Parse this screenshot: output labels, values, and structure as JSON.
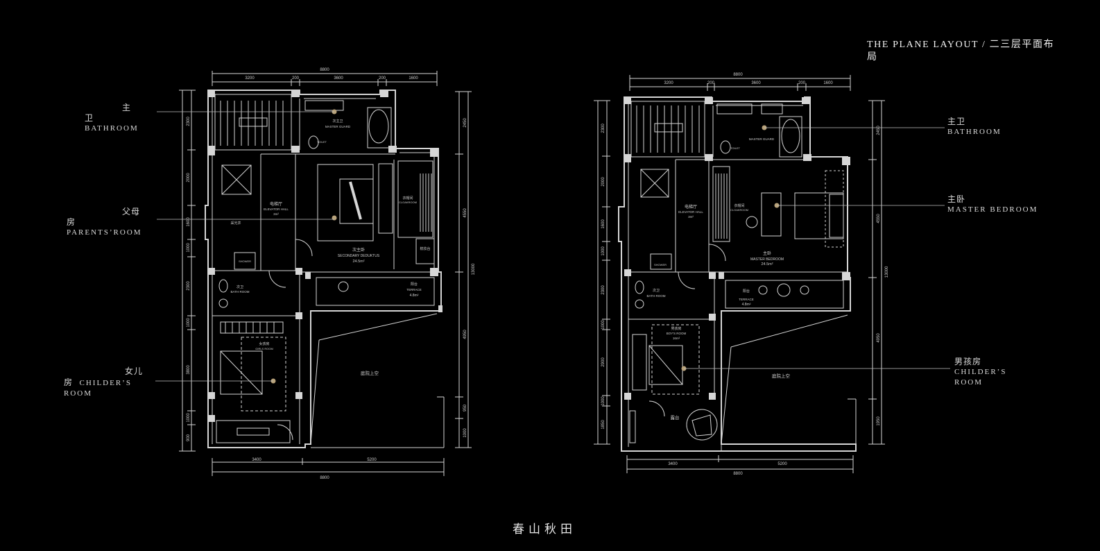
{
  "title": {
    "line1": "THE PLANE LAYOUT / 二三层平面布",
    "line2": "局"
  },
  "brand": "春山秋田",
  "left_callouts": {
    "bathroom": {
      "zh1": "主",
      "zh2": "卫",
      "en": "BATHROOM"
    },
    "parents": {
      "zh1": "父母",
      "zh2": "房",
      "en": "PARENTS’ROOM"
    },
    "daughter": {
      "zh1": "女儿",
      "zh2": "房",
      "en": "CHILDER’S",
      "en2": "ROOM"
    }
  },
  "right_callouts": {
    "bathroom": {
      "zh": "主卫",
      "en": "BATHROOM"
    },
    "master": {
      "zh": "主卧",
      "en": "MASTER BEDROOM"
    },
    "boys": {
      "zh": "男孩房",
      "en": "CHILDER’S",
      "en2": "ROOM"
    }
  },
  "left_plan": {
    "dims_top": [
      "3200",
      "200",
      "3600",
      "200",
      "1600"
    ],
    "dim_total": "8800",
    "dims_bottom": [
      "3400",
      "5200"
    ],
    "dims_left": [
      "2300",
      "2000",
      "1600",
      "1000",
      "2300",
      "1000",
      "3800",
      "1000",
      "900"
    ],
    "dims_right": [
      "2450",
      "4550",
      "13000",
      "4950",
      "950",
      "1000"
    ],
    "rooms": {
      "master_guard": "MASTER GUARD",
      "master_guard_zh": "次主卫",
      "elevator_zh": "电梯厅",
      "elevator": "ELEVATOR HALL",
      "elevator_area": "3m²",
      "cloakroom_zh": "衣帽间",
      "cloakroom": "CLOAKROOM",
      "secondary_zh": "次主卧",
      "secondary": "SECONDARY DEDUKTUS",
      "secondary_area": "24.5m²",
      "dresser": "梳妆台",
      "bath_zh": "次卫",
      "bath": "BATH ROOM",
      "shower": "SHOWER",
      "toilet": "TOILET",
      "terrace_zh": "阳台",
      "terrace": "TERRACE",
      "terrace_area": "4.8m²",
      "girls_zh": "女孩房",
      "girls": "GIRLS ROOM",
      "courtyard": "庭院上空",
      "lightwell": "采光井"
    }
  },
  "right_plan": {
    "dims_top": [
      "3200",
      "200",
      "3600",
      "200",
      "1600"
    ],
    "dim_total": "8800",
    "dims_bottom": [
      "3400",
      "5200"
    ],
    "dims_left": [
      "2300",
      "2000",
      "1600",
      "1000",
      "2300",
      "1000",
      "2900",
      "1000",
      "1850"
    ],
    "dims_right": [
      "2450",
      "4550",
      "13000",
      "4950",
      "1950"
    ],
    "rooms": {
      "master_guard": "MASTER GUARD",
      "elevator_zh": "电梯厅",
      "elevator": "ELEVATOR HALL",
      "elevator_area": "3m²",
      "cloakroom_zh": "衣帽间",
      "cloakroom": "CLOAKROOM",
      "master_zh": "主卧",
      "master": "MASTER BEDROOM",
      "master_area": "24.5m²",
      "bath_zh": "次卫",
      "bath": "BATH ROOM",
      "shower": "SHOWER",
      "toilet": "TOILET",
      "terrace_zh": "阳台",
      "terrace": "TERRACE",
      "terrace_area": "4.8m²",
      "boys_zh": "男孩房",
      "boys": "BOY'S ROOM",
      "boys_area": "16m²",
      "courtyard": "庭院上空",
      "deck": "露台"
    }
  },
  "colors": {
    "background": "#000000",
    "lines": "#d9d9d9",
    "text": "#e8e8e8"
  }
}
